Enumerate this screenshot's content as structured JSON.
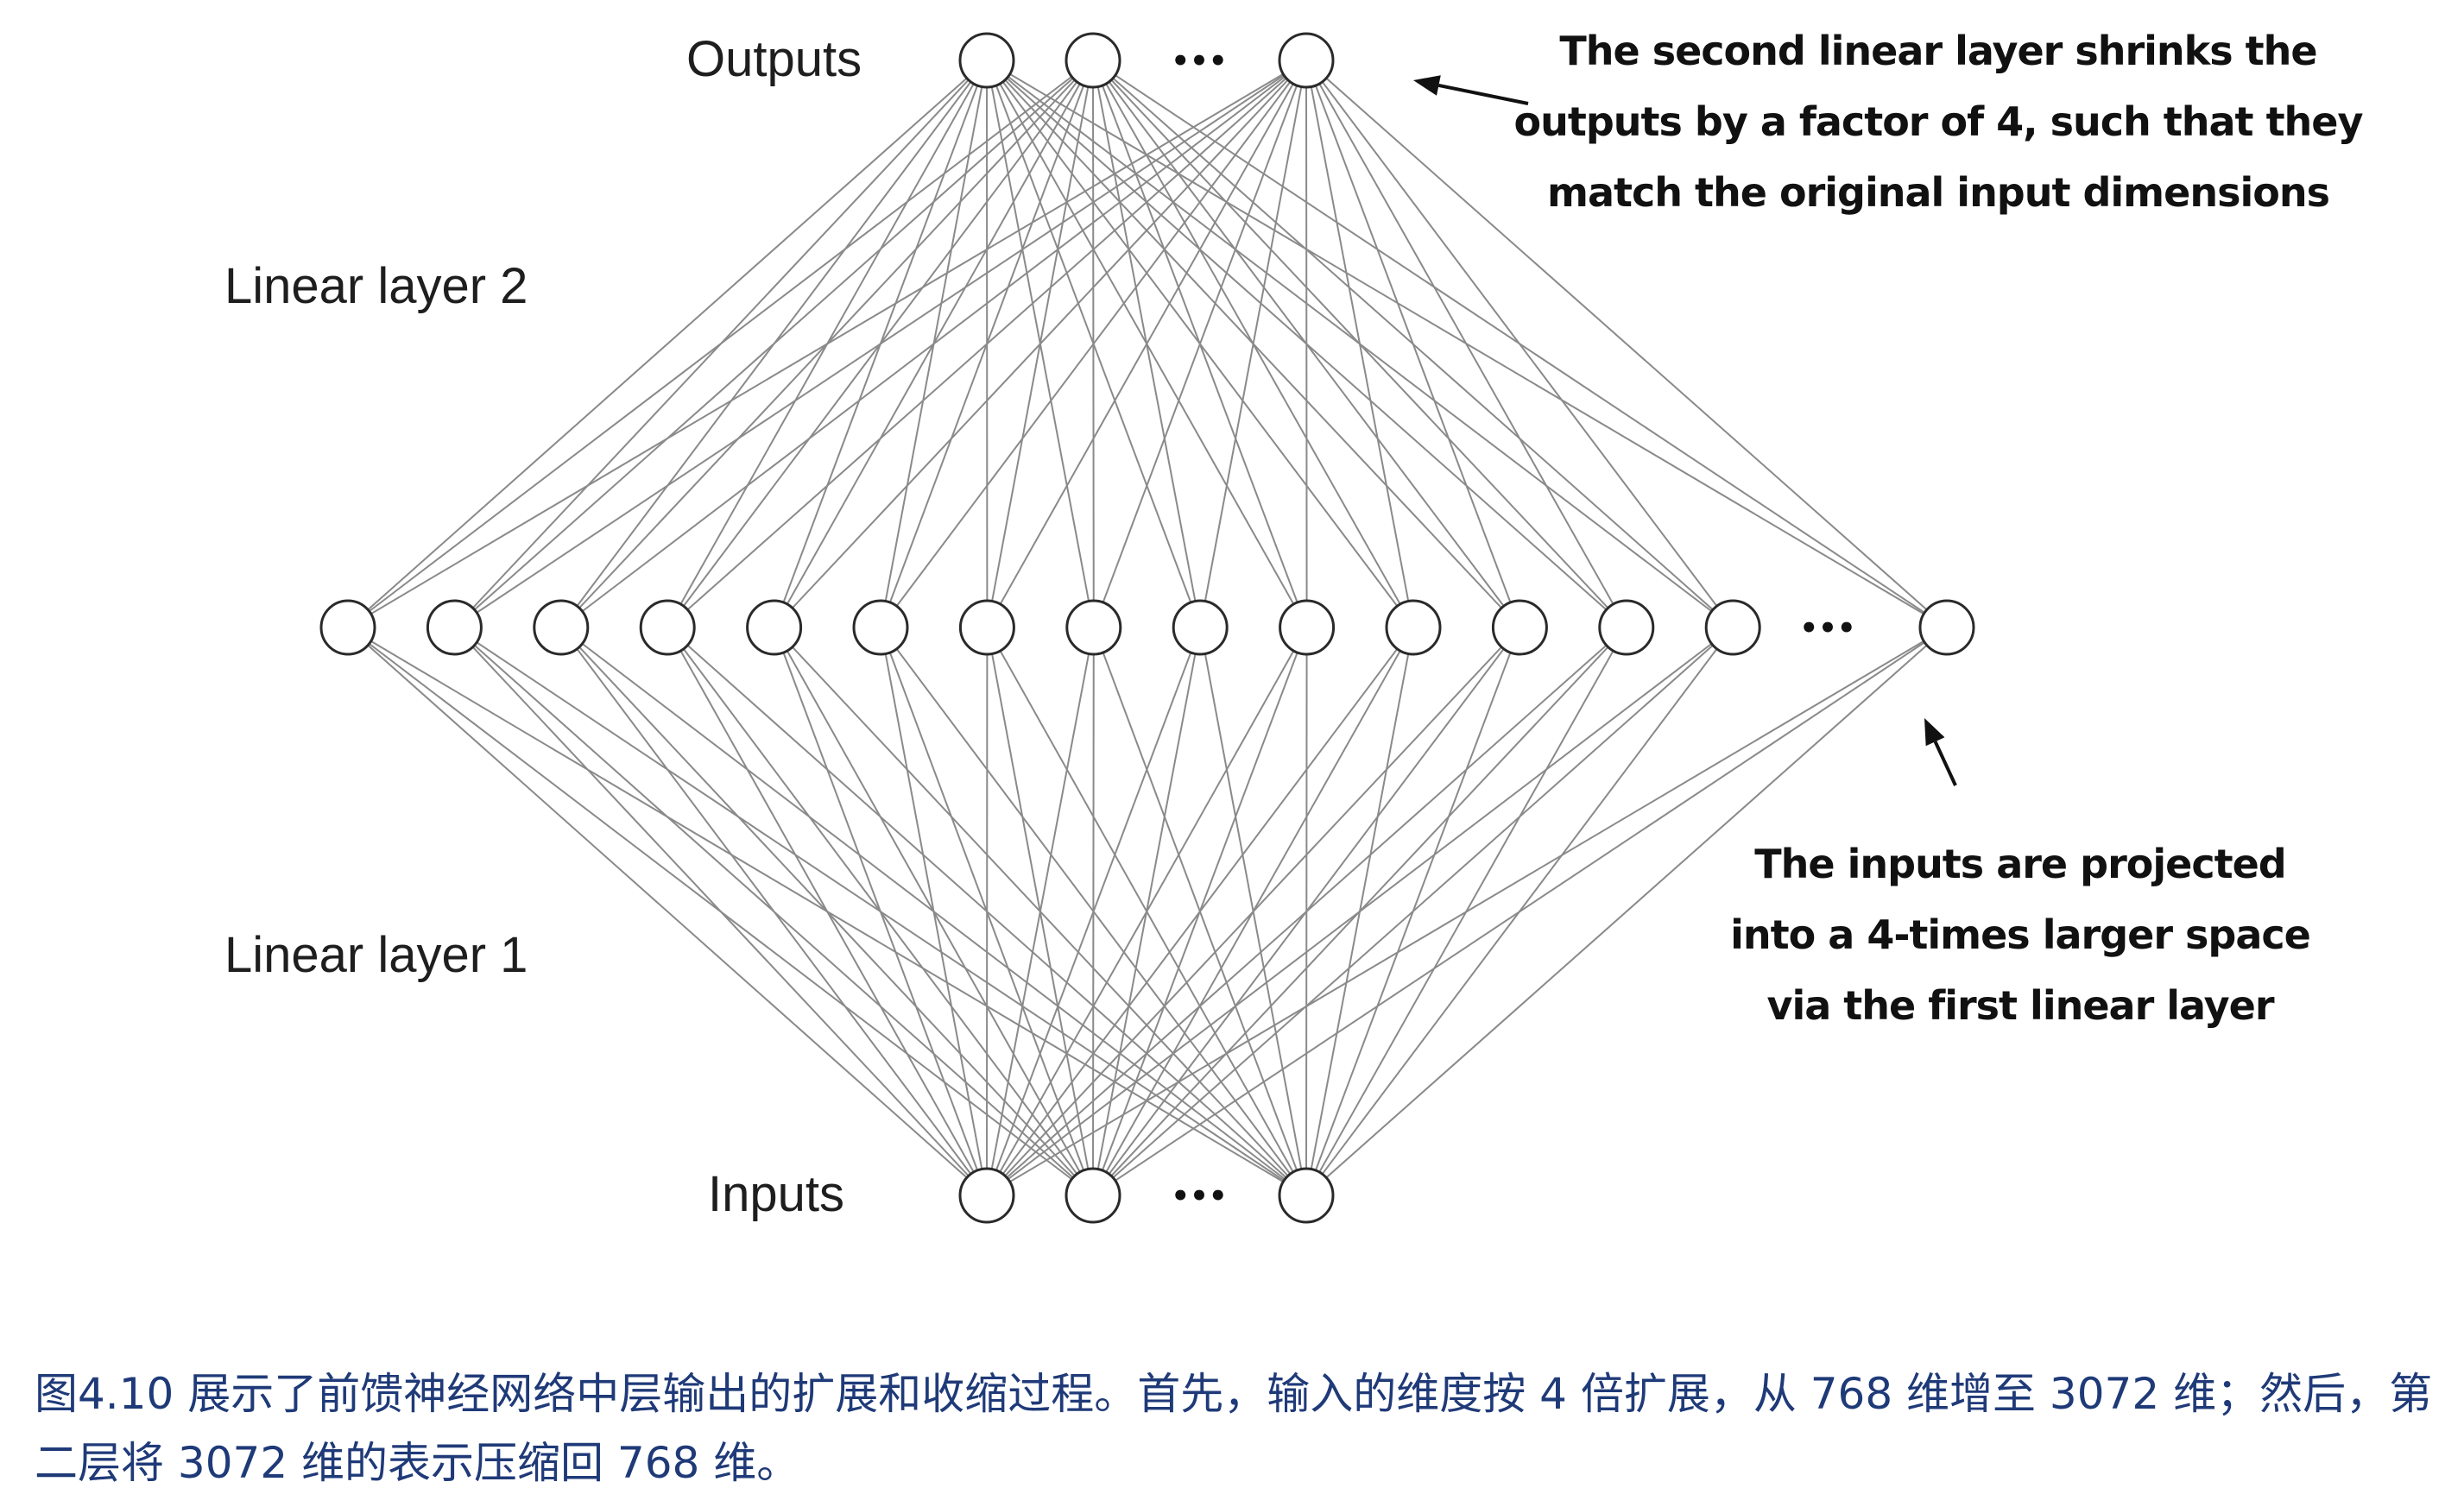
{
  "labels": {
    "outputs": "Outputs",
    "linear_layer_2": "Linear layer 2",
    "linear_layer_1": "Linear layer 1",
    "inputs": "Inputs"
  },
  "annotations": {
    "top": [
      "The second linear layer shrinks the",
      "outputs by a factor of 4, such that they",
      "match the original input dimensions"
    ],
    "bottom": [
      "The inputs are projected",
      "into a 4-times larger space",
      "via the first linear layer"
    ]
  },
  "ellipsis": "•••",
  "caption": "图4.10 展示了前馈神经网络中层输出的扩展和收缩过程。首先，输入的维度按 4 倍扩展，从 768 维增至 3072 维；然后，第二层将 3072 维的表示压缩回 768 维。",
  "colors": {
    "edge": "#8a8a8a",
    "node_stroke": "#2a2a2a",
    "text": "#1e1e1e",
    "caption": "#1f3a78"
  }
}
